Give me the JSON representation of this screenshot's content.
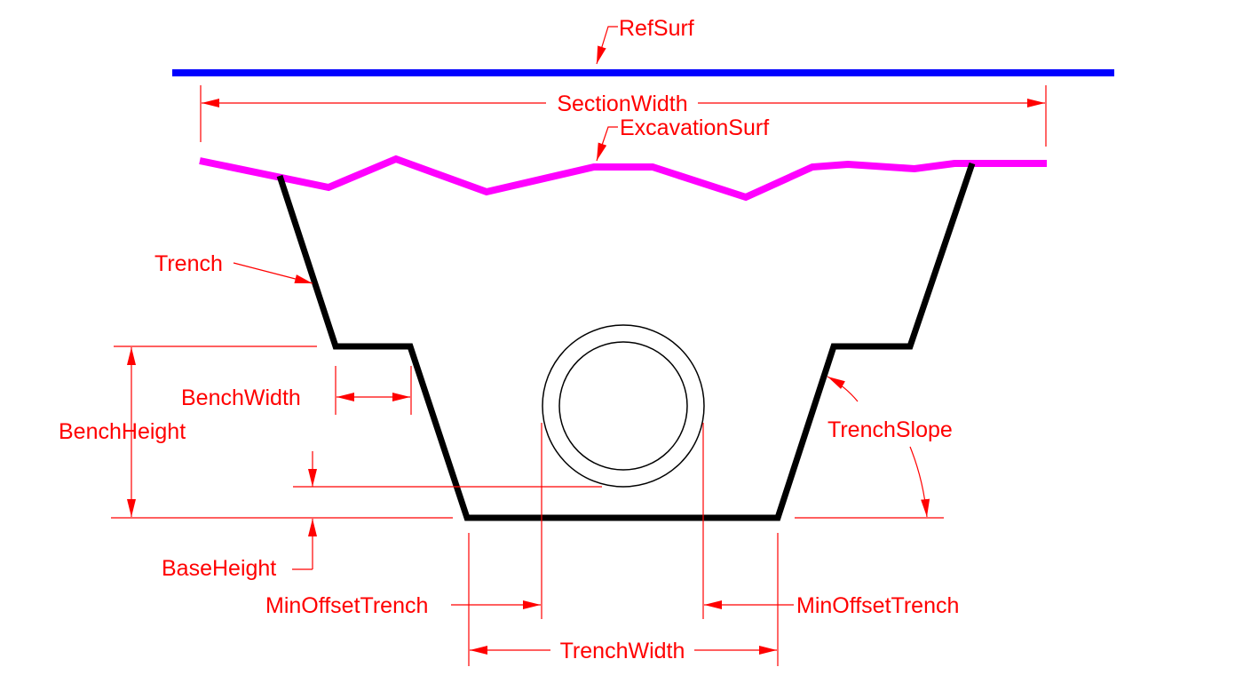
{
  "colors": {
    "dimension": "#ff0000",
    "reference_surface": "#0000ff",
    "excavation_surface": "#ff00ff",
    "trench_outline": "#000000",
    "pipe": "#000000",
    "background": "#ffffff"
  },
  "labels": {
    "ref_surf": "RefSurf",
    "section_width": "SectionWidth",
    "excavation_surf": "ExcavationSurf",
    "trench": "Trench",
    "bench_width": "BenchWidth",
    "bench_height": "BenchHeight",
    "trench_slope": "TrenchSlope",
    "base_height": "BaseHeight",
    "min_offset_trench_left": "MinOffsetTrench",
    "min_offset_trench_right": "MinOffsetTrench",
    "trench_width": "TrenchWidth"
  }
}
